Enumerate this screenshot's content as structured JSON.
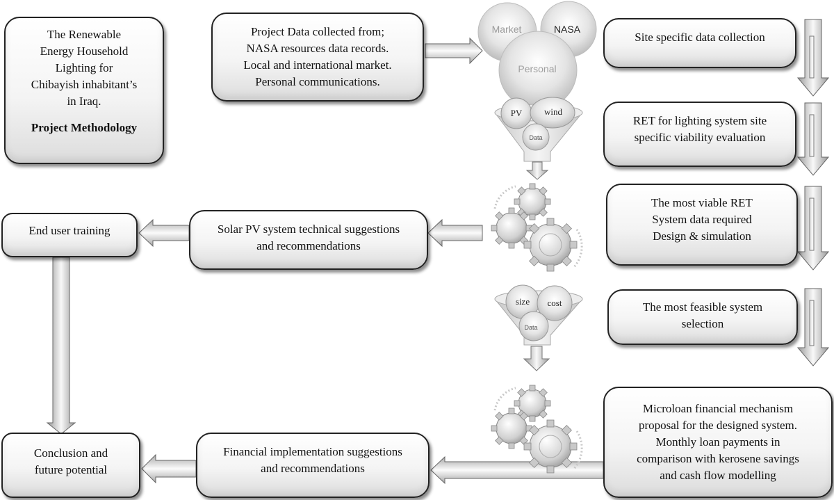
{
  "title_box": {
    "lines": [
      "The Renewable",
      "Energy Household",
      "Lighting for",
      "Chibayish inhabitant’s",
      "in Iraq."
    ],
    "heading": "Project Methodology"
  },
  "data_source_box": {
    "lines": [
      "Project Data collected from;",
      "NASA resources data records.",
      "Local and international market.",
      "Personal communications."
    ]
  },
  "bubbles": {
    "market": "Market",
    "nasa": "NASA",
    "personal": "Personal"
  },
  "funnel_1": {
    "pv": "PV",
    "wind": "wind",
    "data": "Data"
  },
  "funnel_2": {
    "size": "size",
    "cost": "cost",
    "data": "Data"
  },
  "steps": {
    "site_data": {
      "lines": [
        "Site specific data collection"
      ]
    },
    "ret_eval": {
      "lines": [
        "RET for lighting system site",
        "specific viability evaluation"
      ]
    },
    "viable_ret": {
      "lines": [
        "The most viable RET",
        "System data required",
        "Design & simulation"
      ]
    },
    "feasible": {
      "lines": [
        "The most feasible system",
        "selection"
      ]
    },
    "microloan": {
      "lines": [
        "Microloan financial mechanism",
        "proposal for the designed system.",
        "Monthly loan payments in",
        "comparison with kerosene savings",
        "and cash flow modelling"
      ]
    },
    "solar_pv": {
      "lines": [
        "Solar PV system technical suggestions",
        "and recommendations"
      ]
    },
    "training": {
      "lines": [
        "End user training"
      ]
    },
    "financial": {
      "lines": [
        "Financial implementation suggestions",
        "and recommendations"
      ]
    },
    "conclusion": {
      "lines": [
        "Conclusion and",
        "future potential"
      ]
    }
  },
  "colors": {
    "box_border": "#222222",
    "arrow_fill": "#d9d9d9",
    "arrow_stroke": "#666666",
    "gear": "#d6d6d6"
  }
}
